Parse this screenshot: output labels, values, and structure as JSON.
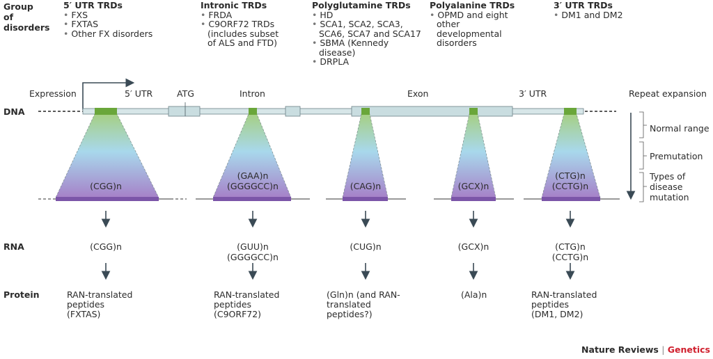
{
  "row_labels": {
    "group": "Group of disorders",
    "dna": "DNA",
    "rna": "RNA",
    "protein": "Protein"
  },
  "groups": [
    {
      "title": "5′ UTR TRDs",
      "items": [
        "FXS",
        "FXTAS",
        "Other FX disorders"
      ]
    },
    {
      "title": "Intronic TRDs",
      "items": [
        "FRDA",
        "C9ORF72 TRDs (includes subset of ALS and FTD)"
      ]
    },
    {
      "title": "Polyglutamine TRDs",
      "items": [
        "HD",
        "SCA1, SCA2, SCA3, SCA6, SCA7 and SCA17",
        "SBMA (Kennedy disease)",
        "DRPLA"
      ]
    },
    {
      "title": "Polyalanine TRDs",
      "items": [
        "OPMD and eight other developmental disorders"
      ]
    },
    {
      "title": "3′ UTR TRDs",
      "items": [
        "DM1 and DM2"
      ]
    }
  ],
  "gene_labels": {
    "expression": "Expression",
    "utr5": "5′ UTR",
    "atg": "ATG",
    "intron": "Intron",
    "exon": "Exon",
    "utr3": "3′ UTR"
  },
  "repeat_scale": {
    "title": "Repeat expansion",
    "normal": "Normal range",
    "premutation": "Premutation",
    "disease": [
      "Types of",
      "disease",
      "mutation"
    ]
  },
  "columns": [
    {
      "dna": [
        "(CGG)n"
      ],
      "rna": [
        "(CGG)n"
      ],
      "protein": [
        "RAN-translated",
        "peptides",
        "(FXTAS)"
      ]
    },
    {
      "dna": [
        "(GAA)n",
        "(GGGGCC)n"
      ],
      "rna": [
        "(GUU)n",
        "(GGGGCC)n"
      ],
      "protein": [
        "RAN-translated",
        "peptides",
        "(C9ORF72)"
      ]
    },
    {
      "dna": [
        "(CAG)n"
      ],
      "rna": [
        "(CUG)n"
      ],
      "protein": [
        "(Gln)n (and RAN-",
        "translated",
        "peptides?)"
      ]
    },
    {
      "dna": [
        "(GCX)n"
      ],
      "rna": [
        "(GCX)n"
      ],
      "protein": [
        "(Ala)n"
      ]
    },
    {
      "dna": [
        "(CTG)n",
        "(CCTG)n"
      ],
      "rna": [
        "(CTG)n",
        "(CCTG)n"
      ],
      "protein": [
        "RAN-translated",
        "peptides",
        "(DM1, DM2)"
      ]
    }
  ],
  "brand": {
    "name": "Nature Reviews",
    "sep": "|",
    "journal": "Genetics"
  },
  "colors": {
    "repeat_green": "#6aa63a",
    "repeat_purple": "#7b55a8",
    "gene_box": "#c9dde0",
    "journal_red": "#d0202e",
    "arrow": "#3a4a55"
  }
}
